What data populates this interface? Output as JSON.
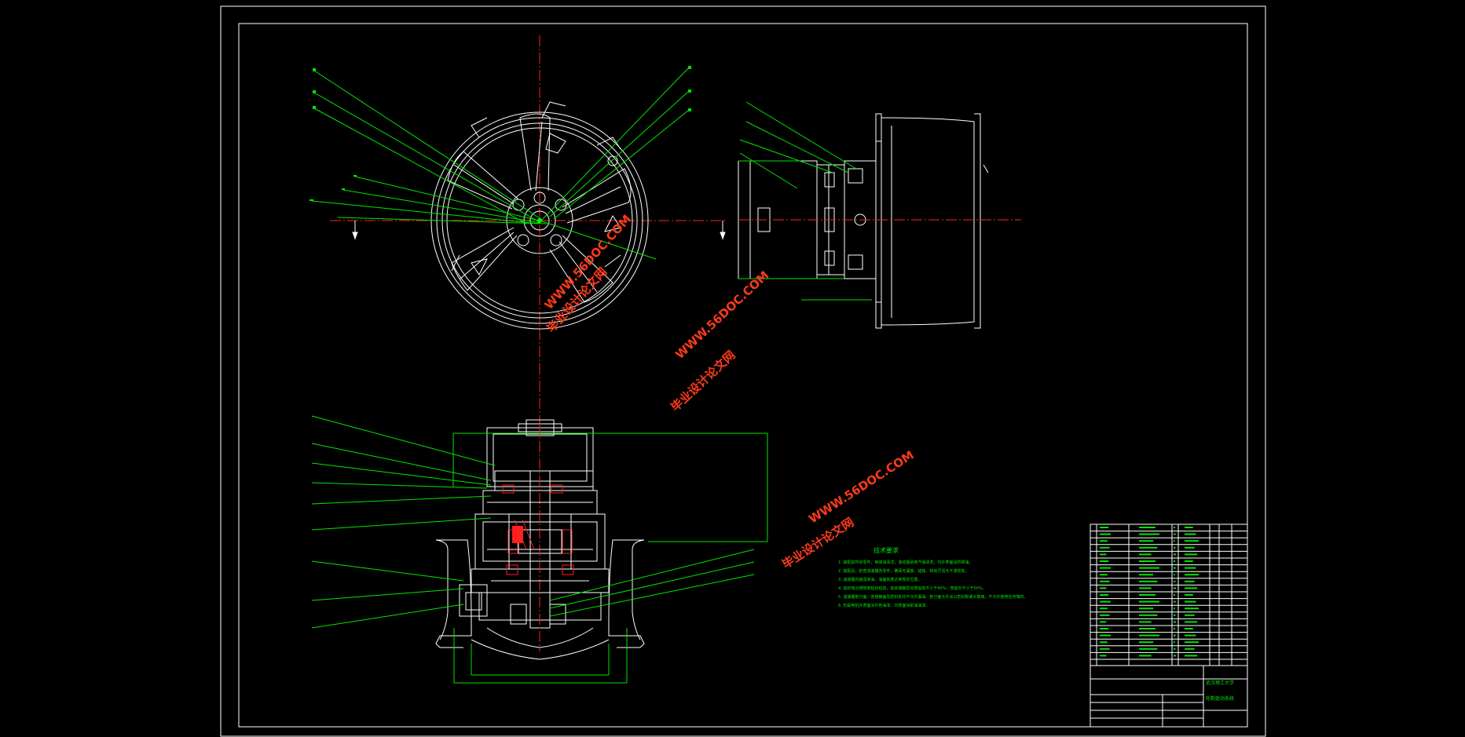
{
  "drawing": {
    "colors": {
      "background": "#000000",
      "outline": "#ffffff",
      "leaders": "#00e600",
      "centerline": "#ff2020",
      "watermark": "#ff3a1c"
    },
    "watermarks": [
      {
        "site": "WWW.56DOC.COM",
        "name": "毕业设计论文网"
      },
      {
        "site": "WWW.56DOC.COM",
        "name": "毕业设计论文网"
      },
      {
        "site": "WWW.56DOC.COM",
        "name": "毕业设计论文网"
      }
    ],
    "tech_requirements": {
      "title": "技术要求",
      "lines": [
        "1. 装配前所有零件，用煤油清洗，滚动轴承用汽油清洗，内外表面涂防锈油。",
        "2. 装配后，检查减速器各零件，确保无漏装、错装，转动灵活无卡滞现象。",
        "3. 减速器内装润滑油，油面高度达到规定位置。",
        "4. 齿轮啮合侧隙用铅丝检验，其余接触斑点按齿高不小于40%，按齿长不小于50%。",
        "5. 减速器剖分面、各接触面及密封处均不允许漏油，剖分面允许涂以密封胶或水玻璃，不允许使用任何填料。",
        "6. 轮毂电机外表面涂灰色油漆，内表面涂耐油油漆。"
      ]
    },
    "title_block": {
      "school": "武汉理工大学",
      "drawing_name": "轮毂驱动系统"
    }
  }
}
